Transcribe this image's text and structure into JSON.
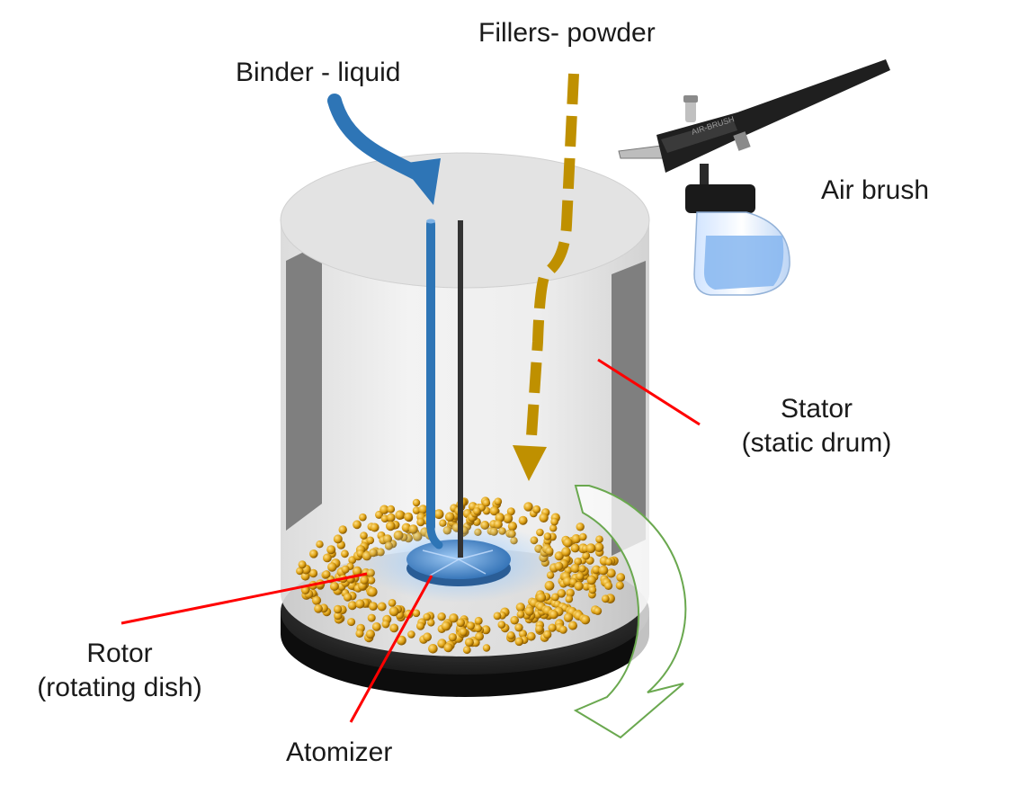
{
  "labels": {
    "fillers": "Fillers- powder",
    "binder": "Binder - liquid",
    "airbrush": "Air brush",
    "stator_line1": "Stator",
    "stator_line2": "(static drum)",
    "rotor_line1": "Rotor",
    "rotor_line2": "(rotating dish)",
    "atomizer": "Atomizer",
    "airbrush_body_text": "AIR-BRUSH"
  },
  "colors": {
    "binder_arrow": "#2e75b6",
    "powder_arrow": "#bf9000",
    "pointer_lines": "#ff0000",
    "rotation_arrow": "#6aa84f",
    "particles": "#d9a21b",
    "dish": "#1a1a1a",
    "drum": "#e6e6e6",
    "atomizer": "#4a90d9"
  },
  "icons": {
    "binder_arrow": "curved-arrow-down-icon",
    "powder_arrow": "dashed-arrow-down-icon",
    "rotation_arrow": "rotation-arrow-icon",
    "airbrush": "airbrush-icon"
  }
}
